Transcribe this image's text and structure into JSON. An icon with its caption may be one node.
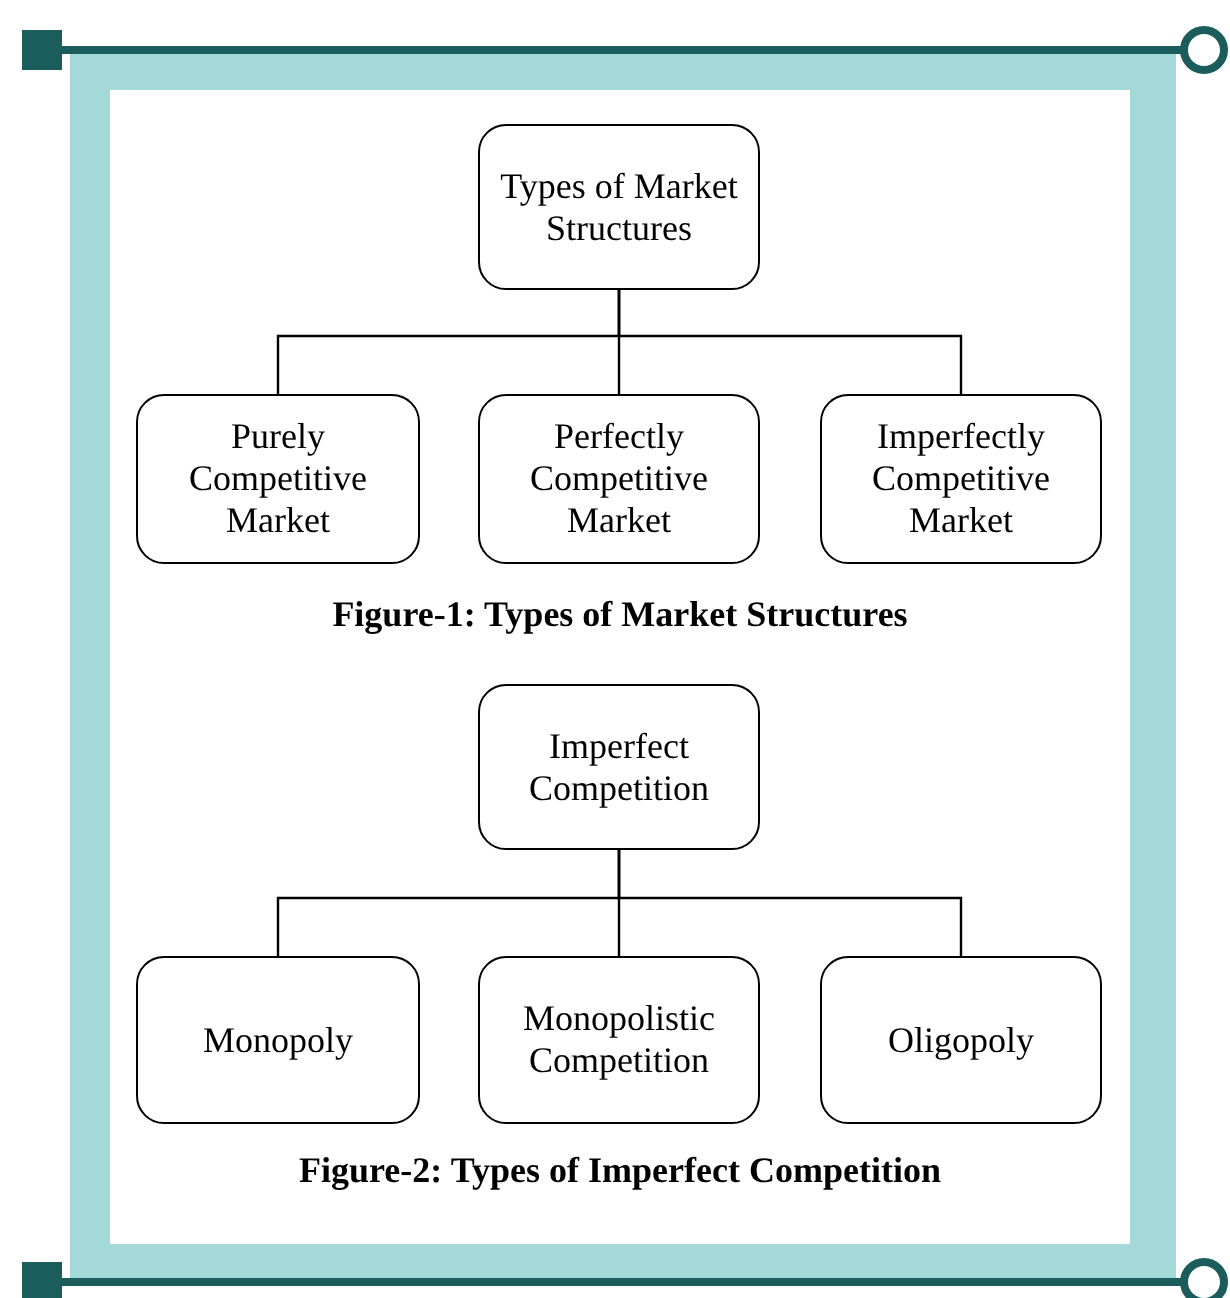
{
  "diagram": {
    "nodes": [
      {
        "text": [
          "Types of Market Structures"
        ]
      },
      {
        "text": [
          "Purely Competitive Market"
        ]
      },
      {
        "text": [
          "Perfectly Competitive Market"
        ]
      },
      {
        "text": [
          "Imperfectly Competitive Market"
        ]
      },
      {
        "text": [
          "Imperfect Competition"
        ]
      },
      {
        "text": [
          "Monopoly"
        ]
      },
      {
        "text": [
          "Monopolistic Competition"
        ]
      },
      {
        "text": [
          "Oligopoly"
        ]
      }
    ],
    "edges": [
      {
        "from": 0,
        "to": 1,
        "arrow": "none"
      },
      {
        "from": 0,
        "to": 2,
        "arrow": "none"
      },
      {
        "from": 0,
        "to": 3,
        "arrow": "none"
      },
      {
        "from": 4,
        "to": 5,
        "arrow": "none"
      },
      {
        "from": 4,
        "to": 6,
        "arrow": "none"
      },
      {
        "from": 4,
        "to": 7,
        "arrow": "none"
      }
    ],
    "labels": [
      "Figure-1: Types of Market Structures",
      "Figure-2: Types of Imperfect Competition"
    ]
  }
}
